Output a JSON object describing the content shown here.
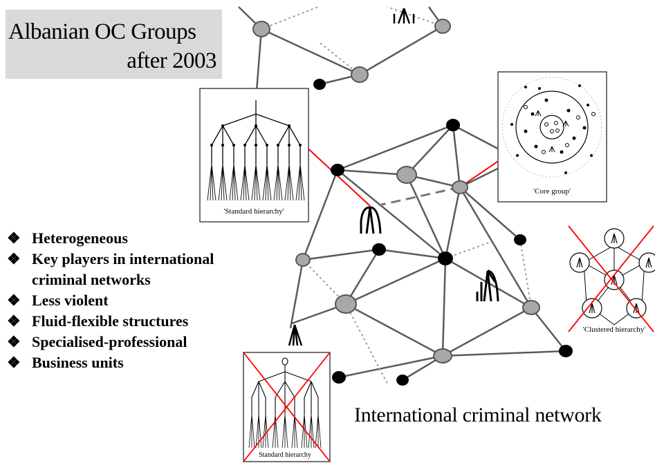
{
  "title": {
    "line1": "Albanian OC Groups",
    "line2": "after 2003"
  },
  "bullets": [
    {
      "text": "Heterogeneous"
    },
    {
      "text": "Key players in international",
      "cont": "criminal networks"
    },
    {
      "text": "Less violent"
    },
    {
      "text": "Fluid-flexible structures"
    },
    {
      "text": "Specialised-professional"
    },
    {
      "text": "Business units"
    }
  ],
  "bullet_icon": "diamond-cluster-icon",
  "caption": "International criminal network",
  "insets": {
    "standard_hierarchy": "'Standard hierarchy'",
    "core_group": "'Core group'",
    "clustered_hierarchy": "'Clustered hierarchy'",
    "standard_hierarchy_crossed": "Standard hierarchy"
  },
  "colors": {
    "title_background": "#d9d9d9",
    "link_line": "#ff0000",
    "cross_mark": "#ff0000",
    "node_dark": "#000000",
    "node_grey": "#9a9a9a",
    "edge": "#555555"
  }
}
